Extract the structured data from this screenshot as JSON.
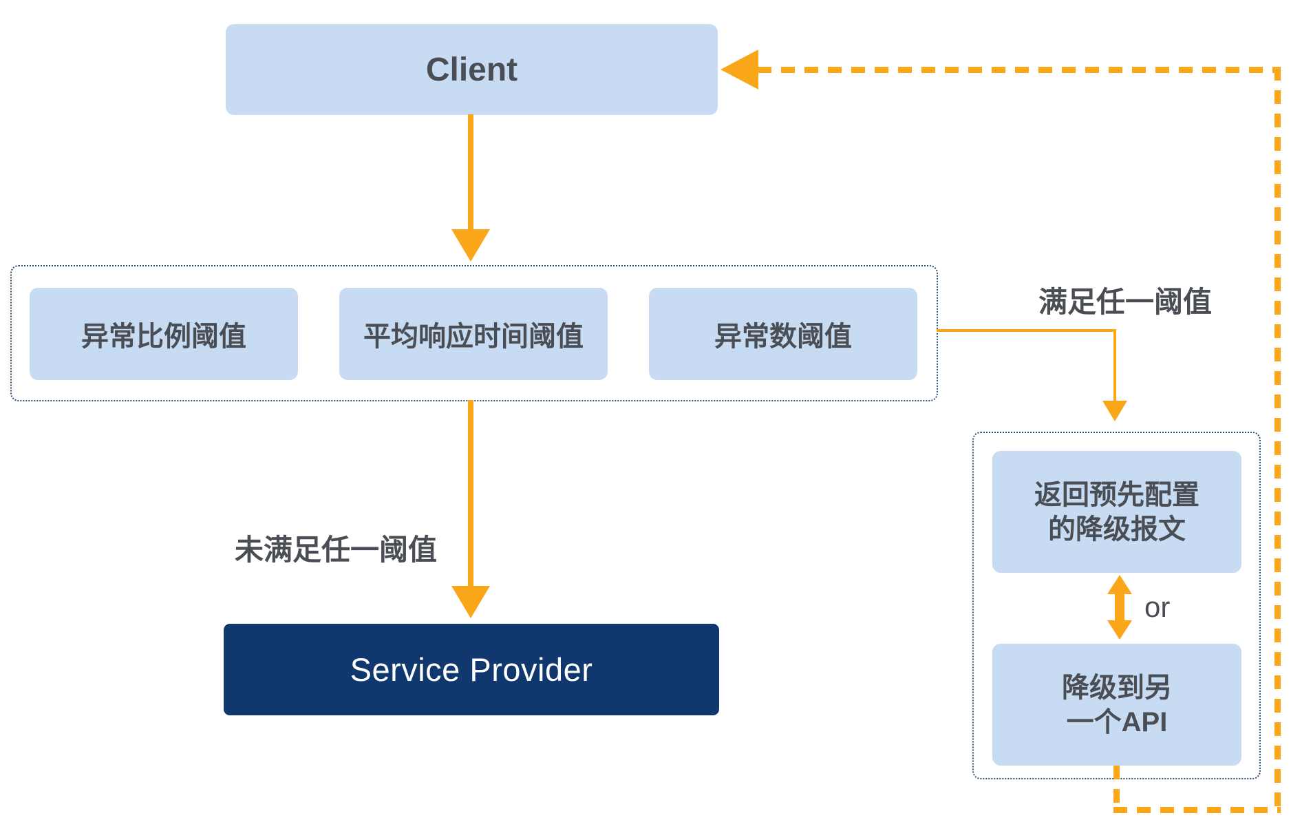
{
  "diagram": {
    "client": {
      "label": "Client"
    },
    "thresholds_group": {
      "items": [
        {
          "label": "异常比例阈值"
        },
        {
          "label": "平均响应时间阈值"
        },
        {
          "label": "异常数阈值"
        }
      ]
    },
    "service_provider": {
      "label": "Service Provider"
    },
    "fallback_group": {
      "return_message": {
        "line1": "返回预先配置",
        "line2": "的降级报文"
      },
      "or_label": "or",
      "degrade_api": {
        "line1": "降级到另",
        "line2": "一个API"
      }
    },
    "edge_labels": {
      "meet_any_threshold": "满足任一阈值",
      "not_meet_any_threshold": "未满足任一阈值"
    },
    "colors": {
      "node_fill_light": "#C7DCF3",
      "node_fill_dark": "#11386E",
      "arrow_orange": "#FAA619",
      "dotted_border": "#2C4E74",
      "text_dark": "#4A4E54",
      "text_light": "#FFFFFF"
    }
  }
}
